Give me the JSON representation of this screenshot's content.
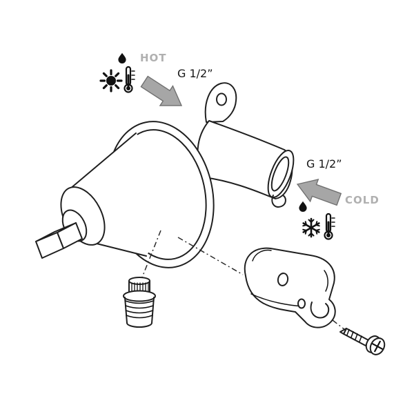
{
  "annotations": {
    "hot": {
      "label": "HOT",
      "fitting": "G 1/2”"
    },
    "cold": {
      "label": "COLD",
      "fitting": "G 1/2”"
    }
  },
  "icons": {
    "hot_droplet": "droplet-icon",
    "hot_symbol": "sun-thermometer-icon",
    "cold_droplet": "droplet-icon",
    "cold_symbol": "snowflake-thermometer-icon",
    "hot_arrow": "arrow-down-right-icon",
    "cold_arrow": "arrow-left-icon"
  },
  "colors": {
    "background": "#ffffff",
    "line": "#1f1f1f",
    "label_gray": "#b0b0b0",
    "label_black": "#161616",
    "arrow_fill": "#a6a6a6",
    "arrow_stroke": "#707070"
  }
}
